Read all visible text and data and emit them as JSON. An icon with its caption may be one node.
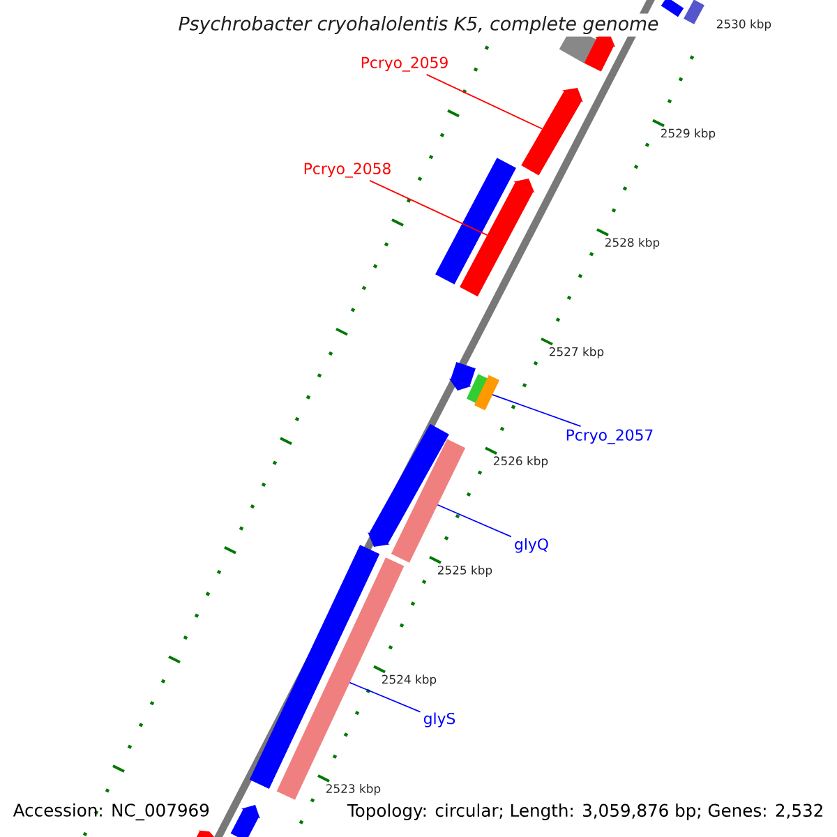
{
  "diagram": {
    "title": "Psychrobacter cryohalolentis K5, complete genome",
    "nodes": [
      {
        "text": [
          "Pcryo_2059"
        ]
      },
      {
        "text": [],
        "shape": "bar"
      },
      {
        "text": [
          "Pcryo_2058"
        ]
      },
      {
        "text": [],
        "shape": "bar"
      },
      {
        "text": [
          "Pcryo_2057"
        ]
      },
      {
        "text": [],
        "shape": "bar"
      },
      {
        "text": [
          "glyQ"
        ]
      },
      {
        "text": [],
        "shape": "bar"
      },
      {
        "text": [
          "glyS"
        ]
      },
      {
        "text": [],
        "shape": "bar"
      }
    ],
    "edges": [
      {
        "from": 0,
        "to": 1,
        "arrow": "none",
        "color": "#ff0000"
      },
      {
        "from": 2,
        "to": 3,
        "arrow": "none",
        "color": "#ff0000"
      },
      {
        "from": 4,
        "to": 5,
        "arrow": "none"
      },
      {
        "from": 6,
        "to": 7,
        "arrow": "none"
      },
      {
        "from": 8,
        "to": 9,
        "arrow": "none"
      }
    ],
    "labels": [
      "2530 kbp",
      "2529 kbp",
      "2528 kbp",
      "2527 kbp",
      "2526 kbp",
      "2525 kbp",
      "2524 kbp",
      "2523 kbp",
      "Accession: NC_007969",
      "Topology: circular; Length: 3,059,876 bp; Genes: 2,532"
    ]
  }
}
